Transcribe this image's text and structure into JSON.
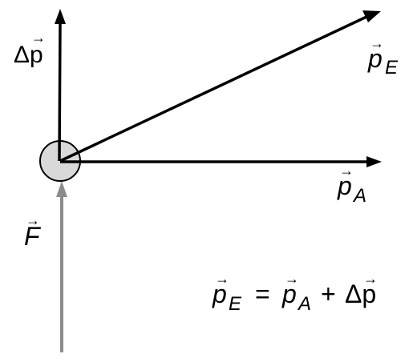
{
  "diagram": {
    "vectors": {
      "delta_p": {
        "symbol": "Δp",
        "arrow": "→",
        "color": "#000000"
      },
      "p_E": {
        "symbol": "p",
        "subscript": "E",
        "arrow": "→",
        "color": "#000000"
      },
      "p_A": {
        "symbol": "p",
        "subscript": "A",
        "arrow": "→",
        "color": "#000000"
      },
      "F": {
        "symbol": "F",
        "arrow": "→",
        "color": "#8c8c8c"
      }
    },
    "particle": {
      "fill": "#d9d9d9",
      "stroke": "#000000"
    },
    "equation": {
      "lhs_symbol": "p",
      "lhs_sub": "E",
      "equals": "=",
      "term1_symbol": "p",
      "term1_sub": "A",
      "plus": "+",
      "term2_symbol": "Δp"
    }
  }
}
